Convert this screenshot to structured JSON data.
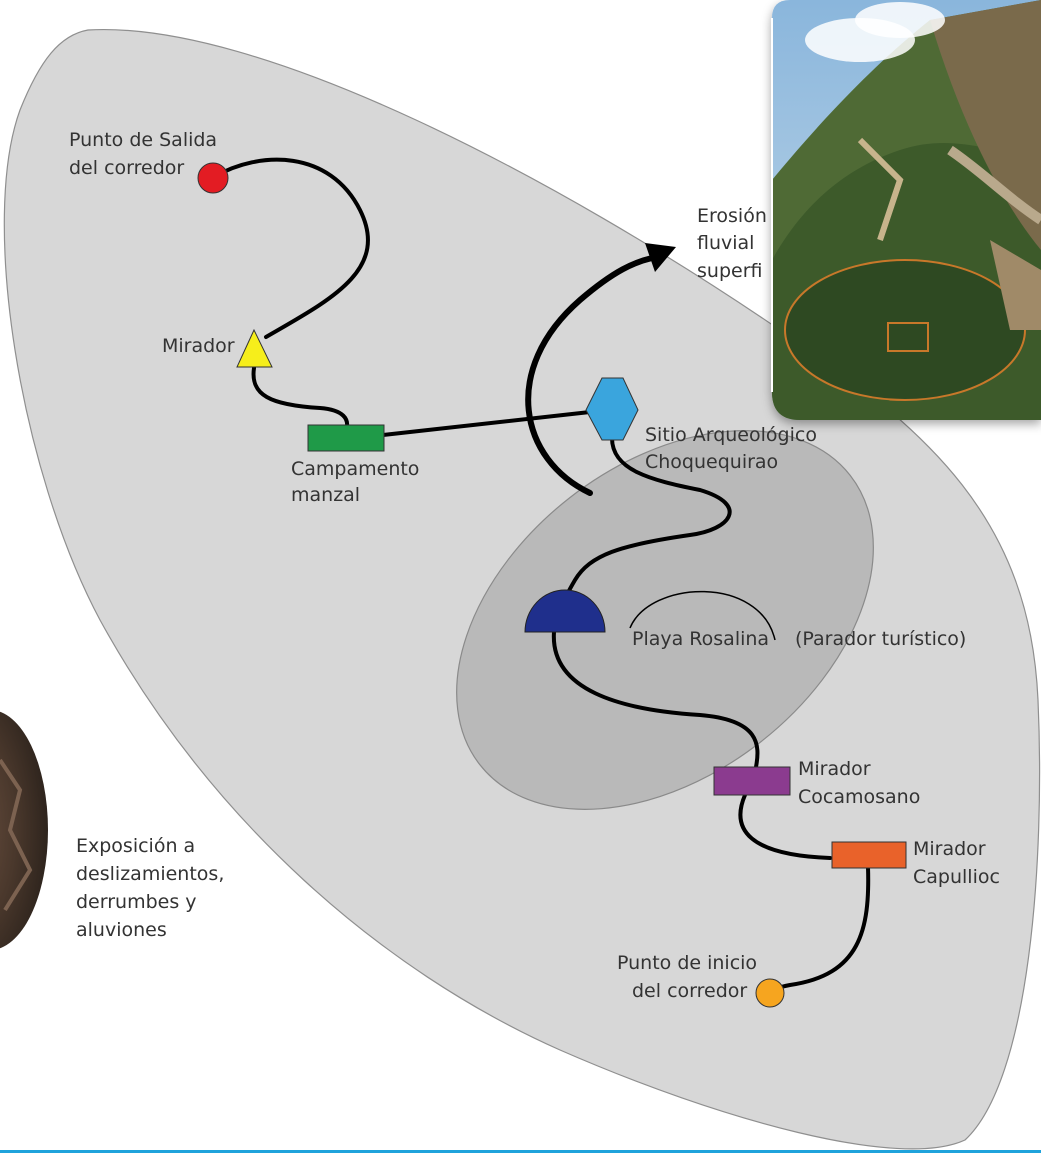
{
  "colors": {
    "outer_zone": "#d4d4d4",
    "inner_zone": "#b6b6b6",
    "route": "#000000",
    "start_exit": "#e31c23",
    "mirador": "#f6ee1b",
    "campamento": "#1f9a48",
    "sitio": "#3aa5dd",
    "playa": "#1f2f8c",
    "mirador_cocamosano": "#8b3b8f",
    "mirador_capullioc": "#e9622a",
    "start_entry": "#f6a51f",
    "accent_line": "#1fa3dc"
  },
  "labels": {
    "punto_salida": [
      "Punto de Salida",
      "del corredor"
    ],
    "mirador": "Mirador",
    "campamento": [
      "Campamento",
      "manzal"
    ],
    "erosion": [
      "Erosión",
      "fluvial",
      "superfi"
    ],
    "sitio": [
      "Sitio Arqueológico",
      "Choquequirao"
    ],
    "playa": "Playa Rosalina",
    "parador": "(Parador turístico)",
    "mirador_cocamosano": [
      "Mirador",
      "Cocamosano"
    ],
    "mirador_capullioc": [
      "Mirador",
      "Capullioc"
    ],
    "punto_inicio": [
      "Punto de inicio",
      "del corredor"
    ],
    "exposicion": [
      "Exposición a",
      "deslizamientos,",
      "derrumbes y",
      "aluviones"
    ]
  },
  "icons": {
    "punto_salida": "red-circle-icon",
    "mirador": "yellow-triangle-icon",
    "campamento": "green-rectangle-icon",
    "sitio": "blue-hexagon-icon",
    "playa": "navy-semicircle-icon",
    "mirador_cocamosano": "purple-rectangle-icon",
    "mirador_capullioc": "orange-rectangle-icon",
    "punto_inicio": "orange-circle-icon"
  },
  "photos": {
    "top_right": "mountain-photo",
    "left": "landslide-photo"
  }
}
